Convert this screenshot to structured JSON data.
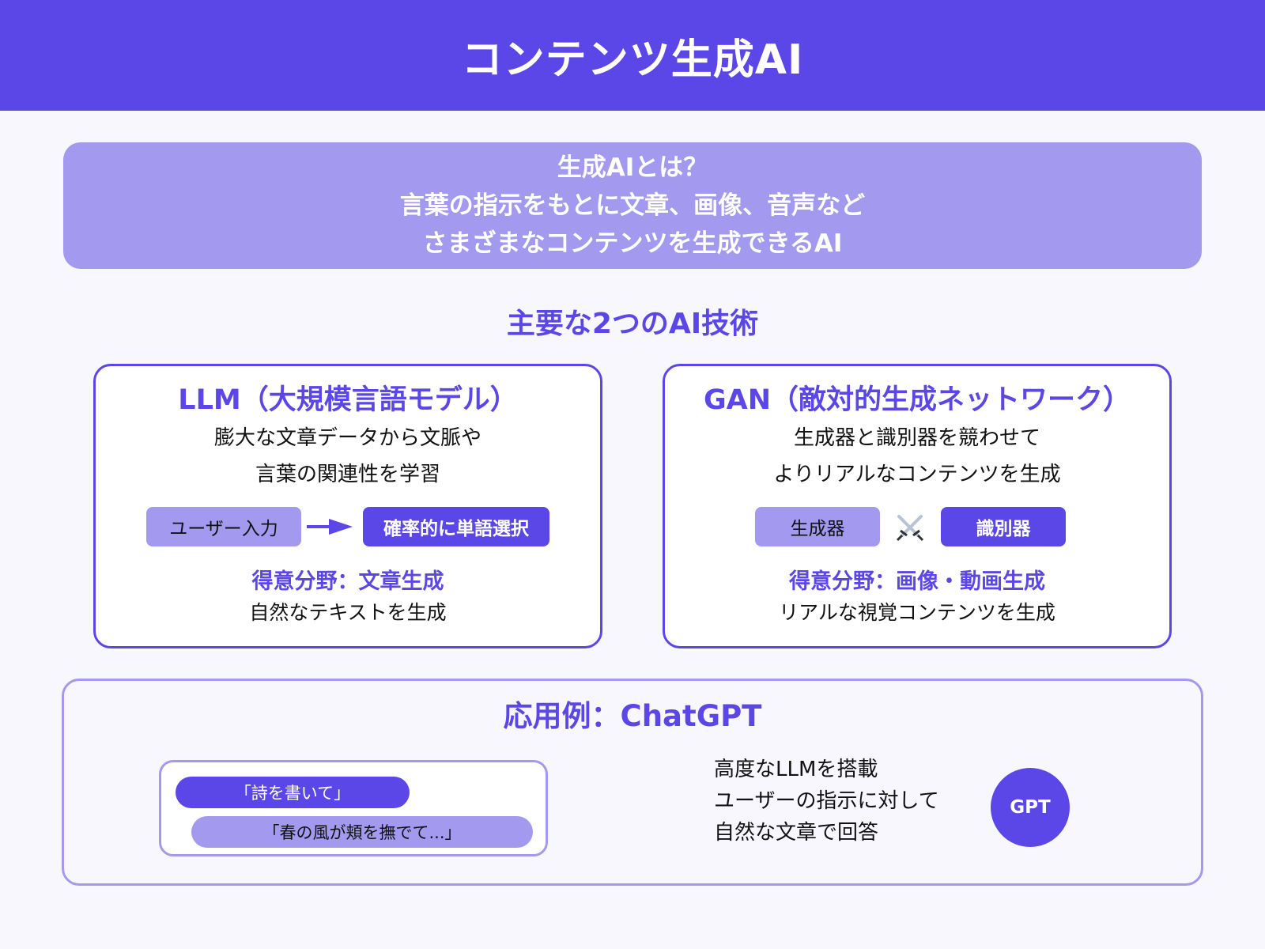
{
  "header": {
    "title": "コンテンツ生成AI"
  },
  "intro": {
    "lines": [
      "生成AIとは？",
      "言葉の指示をもとに文章、画像、音声など",
      "さまざまなコンテンツを生成できるAI"
    ]
  },
  "section_title": "主要な2つのAI技術",
  "llm": {
    "title": "LLM（大規模言語モデル）",
    "desc": [
      "膨大な文章データから文脈や",
      "言葉の関連性を学習"
    ],
    "flow": {
      "input": "ユーザー入力",
      "output": "確率的に単語選択",
      "connector": "arrow-right-icon"
    },
    "strength": "得意分野：文章生成",
    "strength_desc": "自然なテキストを生成"
  },
  "gan": {
    "title": "GAN（敵対的生成ネットワーク）",
    "desc": [
      "生成器と識別器を競わせて",
      "よりリアルなコンテンツを生成"
    ],
    "flow": {
      "left": "生成器",
      "right": "識別器",
      "connector": "crossed-swords-icon"
    },
    "strength": "得意分野：画像・動画生成",
    "strength_desc": "リアルな視覚コンテンツを生成"
  },
  "application": {
    "title": "応用例：ChatGPT",
    "chat": {
      "user": "「詩を書いて」",
      "ai": "「春の風が頬を撫でて...」"
    },
    "desc": [
      "高度なLLMを搭載",
      "ユーザーの指示に対して",
      "自然な文章で回答"
    ],
    "badge": "GPT"
  },
  "colors": {
    "primary": "#5B47E8",
    "light": "#A399EF",
    "background": "#F8F7FE"
  }
}
